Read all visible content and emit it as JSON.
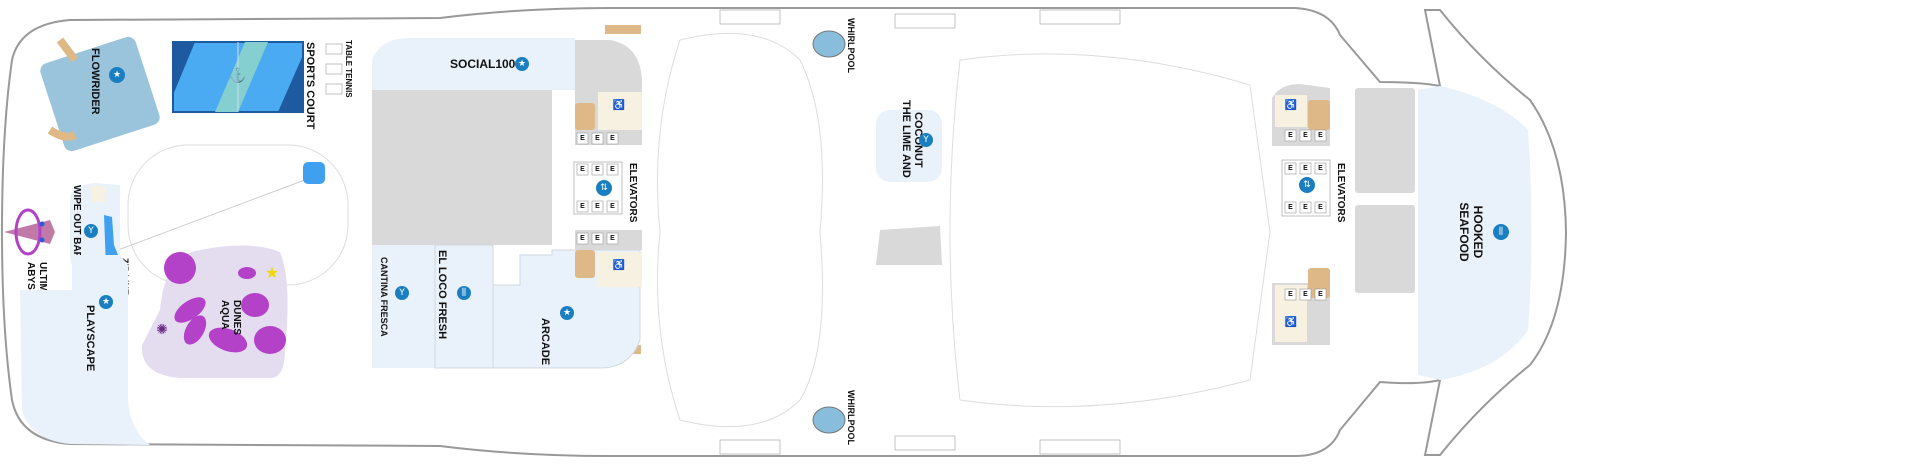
{
  "map": {
    "venues": {
      "flowrider": "FLOWRIDER",
      "sports_court": "SPORTS COURT",
      "table_tennis": "TABLE TENNIS",
      "social100": "SOCIAL100",
      "wipe_out_bar": "WIPE OUT BAR",
      "zip_line": "ZIP LINE",
      "ultimate_abyss_1": "ULTIMATE",
      "ultimate_abyss_2": "ABYSS",
      "playscape": "PLAYSCAPE",
      "aqua_dunes_1": "AQUA",
      "aqua_dunes_2": "DUNES",
      "cantina_fresca": "CANTINA FRESCA",
      "el_loco_fresh": "EL LOCO FRESH",
      "arcade": "ARCADE",
      "elevators_fwd": "ELEVATORS",
      "whirlpool_top": "WHIRLPOOL",
      "whirlpool_bottom": "WHIRLPOOL",
      "lime_coconut_1": "THE LIME AND",
      "lime_coconut_2": "COCONUT",
      "elevators_aft": "ELEVATORS",
      "hooked_seafood_1": "HOOKED",
      "hooked_seafood_2": "SEAFOOD"
    },
    "elevator_mark": "E",
    "colors": {
      "icon_blue": "#1a7fc1",
      "venue_bg": "#e9f1fa",
      "service_grey": "#d9d9d9",
      "deck_wood": "#deb887",
      "aqua_purple": "#b342c9",
      "hull": "#999999"
    },
    "icons": [
      "activity-icon",
      "bar-icon",
      "dining-icon",
      "elevator-icon",
      "restroom-icon",
      "accessible-icon",
      "royal-caribbean-logo-icon"
    ]
  }
}
